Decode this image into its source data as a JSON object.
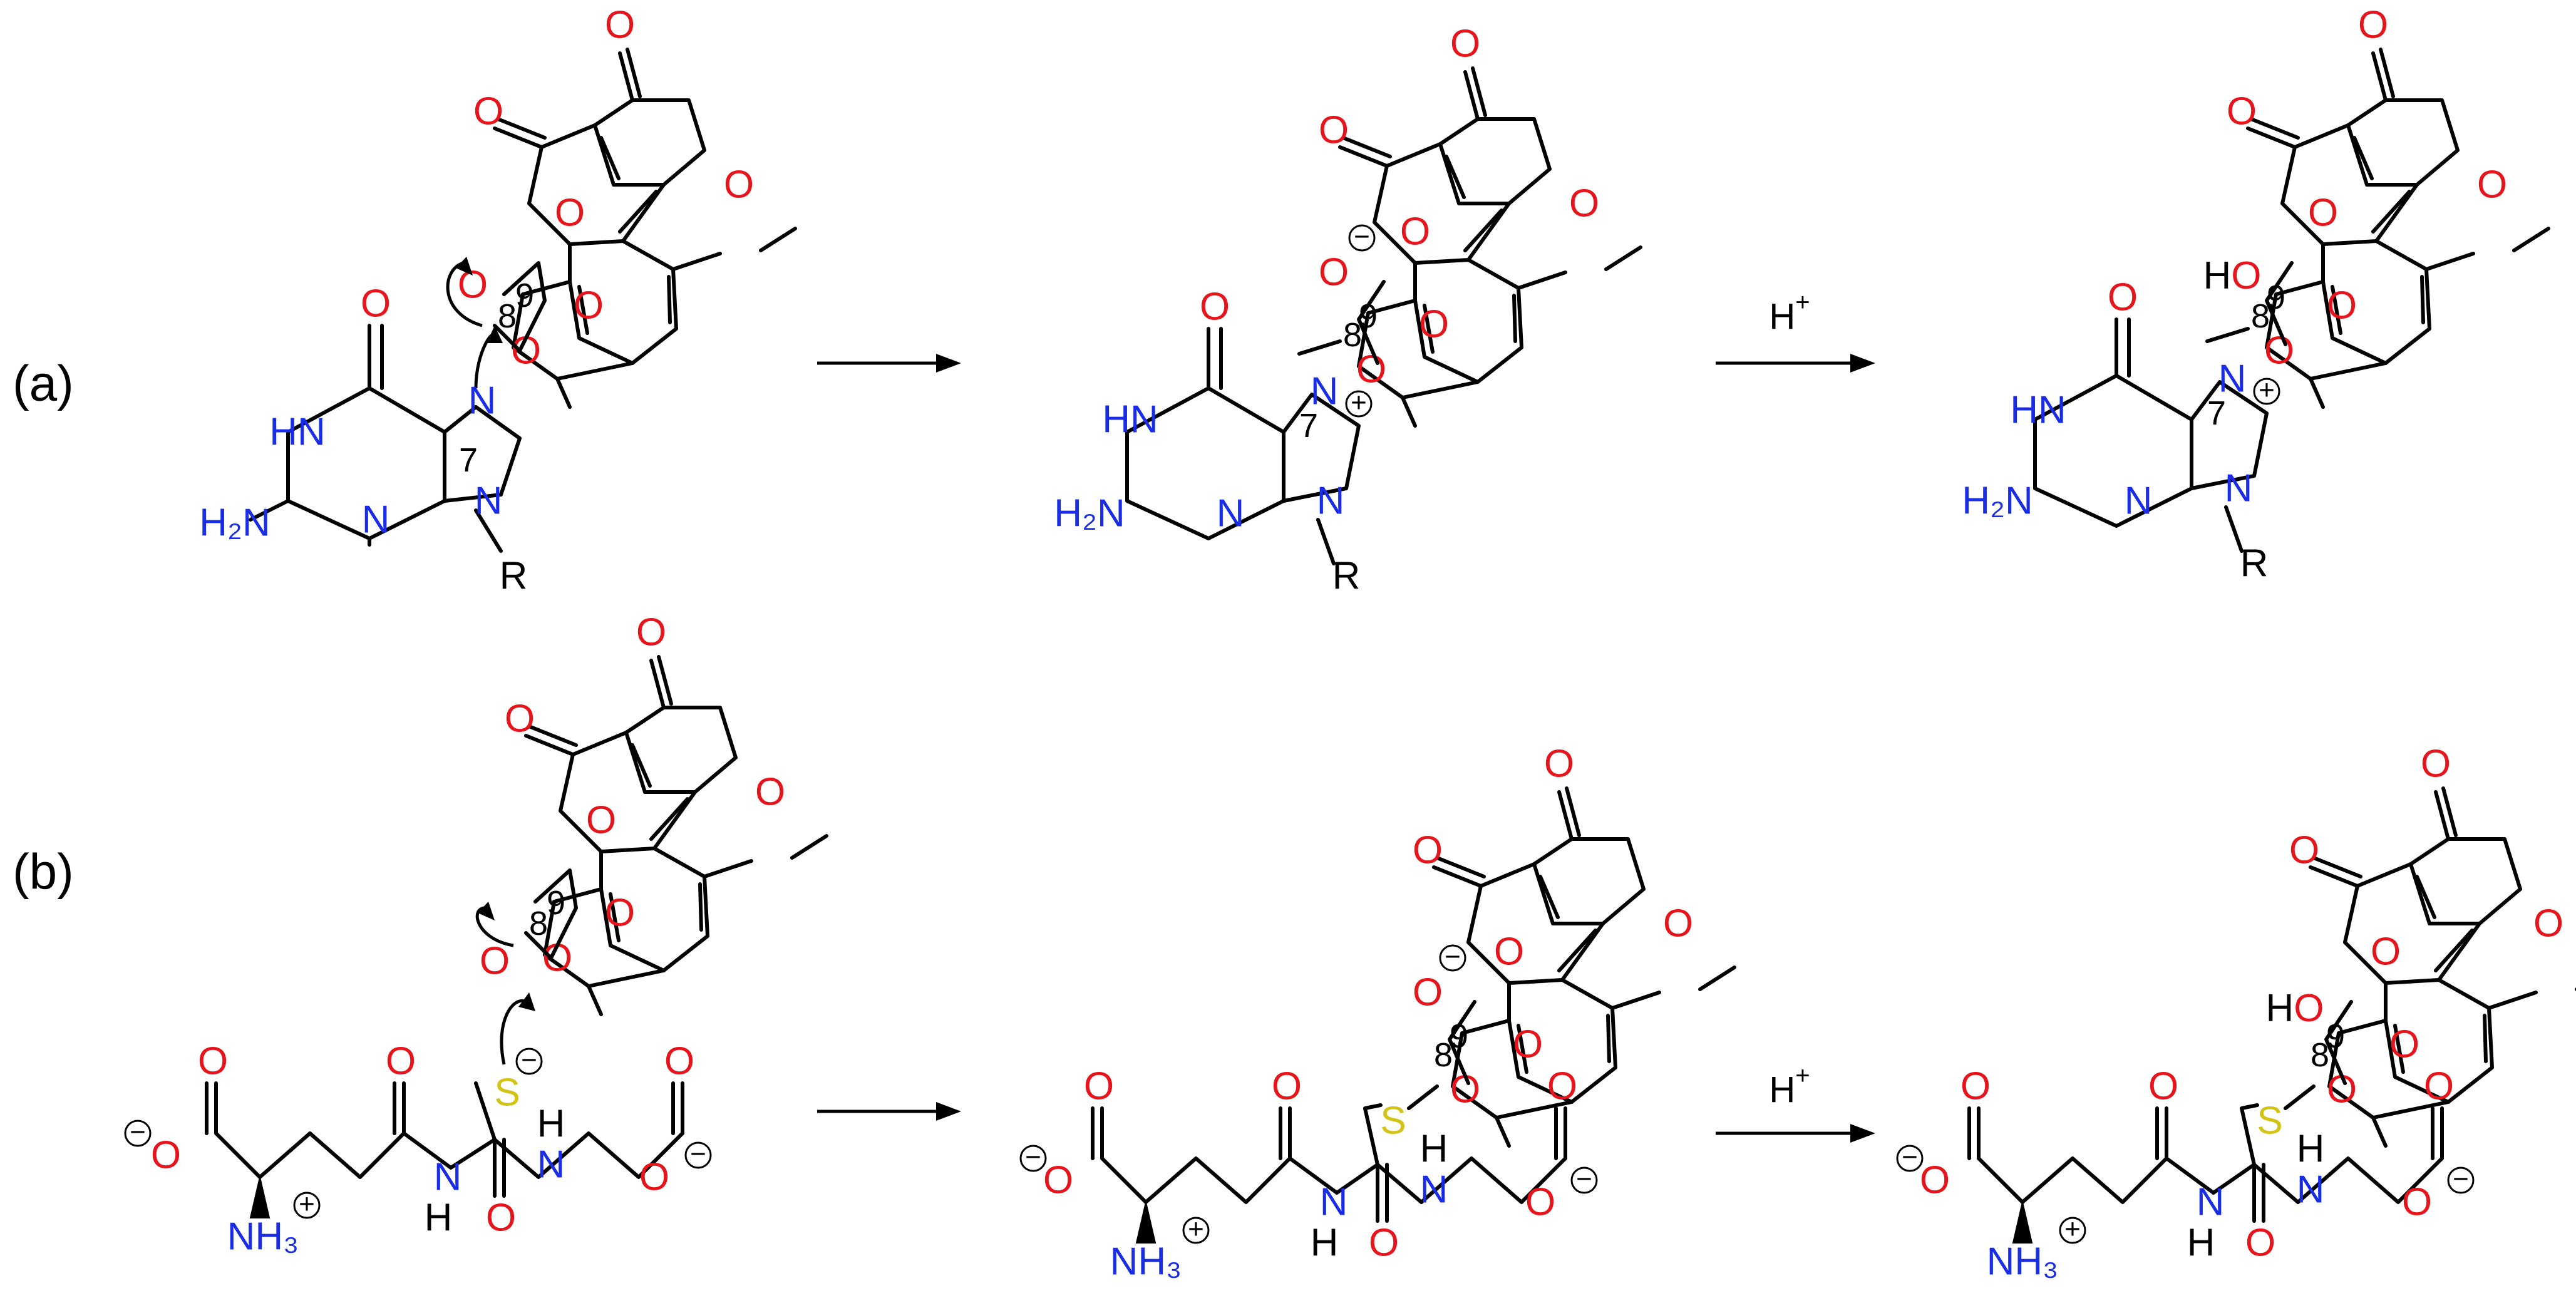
{
  "panels": {
    "a_label": "(a)",
    "b_label": "(b)"
  },
  "reagents": {
    "proton_label": "H",
    "proton_charge": "+"
  },
  "atoms": {
    "O": "O",
    "N": "N",
    "S": "S",
    "HN": "HN",
    "H2N": "H₂N",
    "NH3": "NH₃",
    "H": "H",
    "HO": "HO",
    "R": "R"
  },
  "position_numbers": {
    "n7": "7",
    "c8": "8",
    "c9": "9"
  },
  "charges": {
    "plus": "+",
    "minus": "−"
  },
  "colors": {
    "oxygen": "#e8141c",
    "nitrogen": "#1a2de6",
    "sulfur": "#d2c315",
    "bond": "#000000"
  }
}
